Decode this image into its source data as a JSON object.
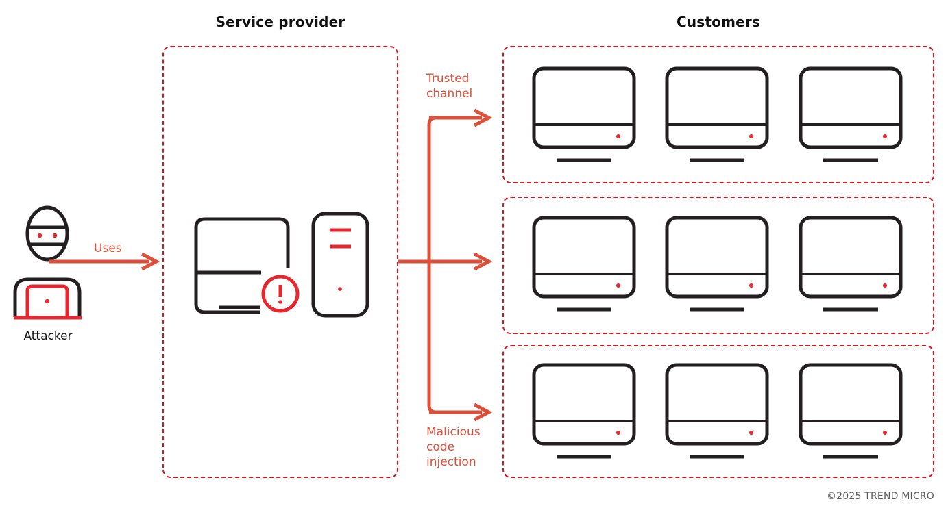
{
  "diagram": {
    "title_service": "Service provider",
    "title_customers": "Customers",
    "attacker_label": "Attacker",
    "uses_label": "Uses",
    "trusted_label": "Trusted\nchannel",
    "malicious_label": "Malicious\ncode\ninjection",
    "copyright": "©2025 TREND MICRO",
    "colors": {
      "dashed_red": "#d0191f",
      "arrow_red": "#dd4f38",
      "icon_black": "#231f20",
      "accent_red": "#e8262d",
      "footer_gray": "#58595b"
    },
    "service_provider": {
      "icons": [
        {
          "name": "compromised-monitor",
          "warning": true
        },
        {
          "name": "server-tower",
          "indicators": 2
        }
      ]
    },
    "customers": {
      "groups": [
        {
          "name": "customer-group-1",
          "devices": [
            "monitor",
            "monitor",
            "monitor"
          ]
        },
        {
          "name": "customer-group-2",
          "devices": [
            "monitor",
            "monitor",
            "monitor"
          ]
        },
        {
          "name": "customer-group-3",
          "devices": [
            "monitor",
            "monitor",
            "monitor"
          ]
        }
      ]
    },
    "flows": [
      {
        "from": "service-provider",
        "to": "customer-group-1",
        "label": "Trusted\nchannel"
      },
      {
        "from": "service-provider",
        "to": "customer-group-2",
        "label": ""
      },
      {
        "from": "service-provider",
        "to": "customer-group-3",
        "label": "Malicious\ncode\ninjection"
      },
      {
        "from": "attacker",
        "to": "service-provider",
        "label": "Uses"
      }
    ]
  }
}
